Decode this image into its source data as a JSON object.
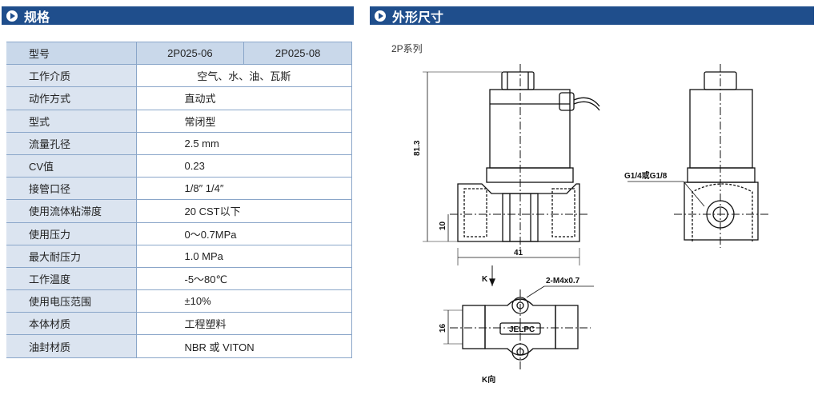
{
  "left_section": {
    "title": "规格"
  },
  "right_section": {
    "title": "外形尺寸",
    "series_label": "2P系列"
  },
  "spec_table": {
    "header": {
      "label": "型号",
      "col1": "2P025-06",
      "col2": "2P025-08"
    },
    "rows": [
      {
        "label": "工作介质",
        "value": "空气、水、油、瓦斯"
      },
      {
        "label": "动作方式",
        "value": "直动式"
      },
      {
        "label": "型式",
        "value": "常闭型"
      },
      {
        "label": "流量孔径",
        "value": "2.5 mm"
      },
      {
        "label": "CV值",
        "value": "0.23"
      },
      {
        "label": "接管口径",
        "value": "1/8″   1/4″"
      },
      {
        "label": "使用流体粘滞度",
        "value": "20 CST以下"
      },
      {
        "label": "使用压力",
        "value": "0～0.7MPa"
      },
      {
        "label": "最大耐压力",
        "value": "1.0 MPa"
      },
      {
        "label": "工作温度",
        "value": "-5～80℃"
      },
      {
        "label": "使用电压范围",
        "value": "±10%"
      },
      {
        "label": "本体材质",
        "value": "工程塑料"
      },
      {
        "label": "油封材质",
        "value": "NBR 或 VITON"
      }
    ]
  },
  "drawing": {
    "dim_height": "81.3",
    "dim_base": "10",
    "dim_width": "41",
    "dim_depth": "16",
    "port_label": "G1/4或G1/8",
    "mount_label": "2-M4x0.7",
    "logo_text": "JELPC",
    "view_arrow": "K",
    "view_label": "K向"
  },
  "colors": {
    "header_bg": "#1f4e8c",
    "label_bg": "#dbe4f0",
    "head_bg": "#c9d8ea",
    "grid": "#8aa6c9"
  }
}
